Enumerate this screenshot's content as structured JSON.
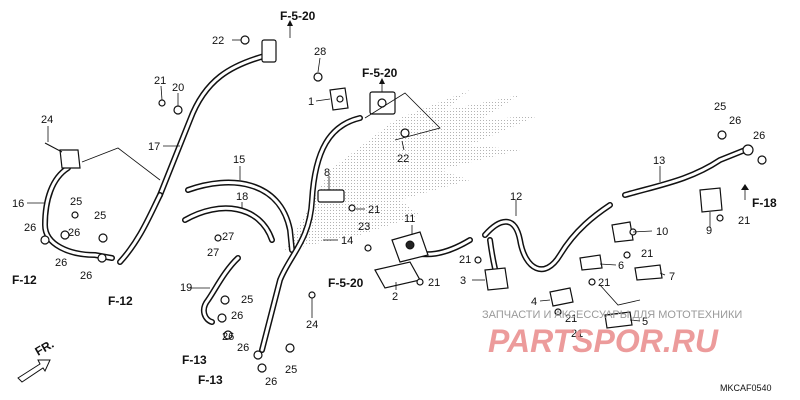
{
  "diagram": {
    "code": "MKCAF0540",
    "watermark": {
      "top": "ЗАПЧАСТИ И АКСЕССУАРЫ ДЛЯ МОТОТЕХНИКИ",
      "brand": "PARTSPOR.RU"
    },
    "refs": {
      "f520_top": "F-5-20",
      "f520_mid": "F-5-20",
      "f520_low": "F-5-20",
      "f18": "F-18",
      "f12_left": "F-12",
      "f12_low": "F-12",
      "f13_a": "F-13",
      "f13_b": "F-13",
      "fr": "FR."
    },
    "callouts": {
      "c22a": "22",
      "c28": "28",
      "c1": "1",
      "c21a": "21",
      "c20": "20",
      "c24a": "24",
      "c17": "17",
      "c15": "15",
      "c18": "18",
      "c16": "16",
      "c25a": "25",
      "c25b": "25",
      "c26a": "26",
      "c26b": "26",
      "c26c": "26",
      "c27a": "27",
      "c27b": "27",
      "c19": "19",
      "c25c": "25",
      "c26d": "26",
      "c26e": "26",
      "c26f": "26",
      "c25d": "25",
      "c26g": "26",
      "c8": "8",
      "c21b": "21",
      "c14": "14",
      "c23": "23",
      "c24b": "24",
      "c22b": "22",
      "c11": "11",
      "c2": "2",
      "c21c": "21",
      "c12": "12",
      "c21d": "21",
      "c3": "3",
      "c4": "4",
      "c21e": "21",
      "c13": "13",
      "c25e": "25",
      "c26h": "26",
      "c26i": "26",
      "c10": "10",
      "c21f": "21",
      "c6": "6",
      "c7": "7",
      "c21g": "21",
      "c21h": "21",
      "c9": "9",
      "c21i": "21",
      "c5": "5",
      "c21j": "21"
    }
  }
}
